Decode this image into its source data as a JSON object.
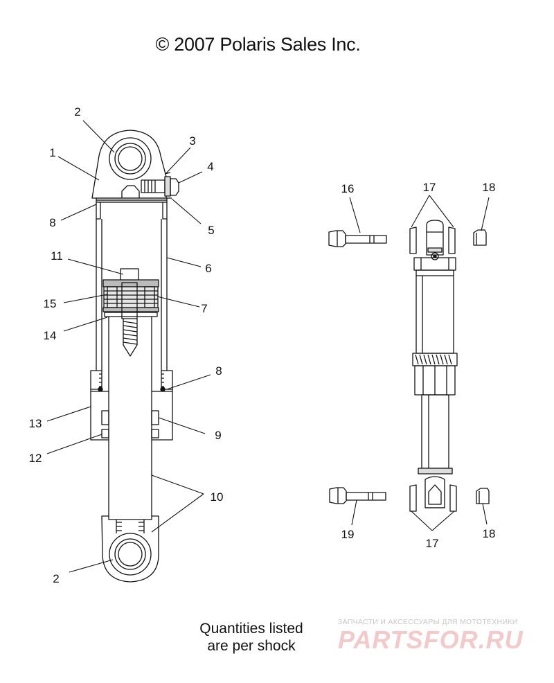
{
  "header": {
    "copyright": "© 2007 Polaris Sales Inc."
  },
  "footnote": {
    "line1": "Quantities listed",
    "line2": "are per shock"
  },
  "watermark": {
    "tagline": "ЗАПЧАСТИ И АКСЕССУАРЫ ДЛЯ МОТОТЕХНИКИ",
    "logo": "PARTSFOR.RU",
    "color": "#f3c9c9"
  },
  "callouts": {
    "c2_top": "2",
    "c1": "1",
    "c3": "3",
    "c4": "4",
    "c8_top": "8",
    "c5": "5",
    "c11": "11",
    "c6": "6",
    "c15": "15",
    "c7": "7",
    "c14": "14",
    "c8_mid": "8",
    "c13": "13",
    "c9": "9",
    "c12": "12",
    "c10": "10",
    "c2_bottom": "2",
    "c16": "16",
    "c17_top": "17",
    "c18_top": "18",
    "c19": "19",
    "c17_bottom": "17",
    "c18_bottom": "18"
  }
}
